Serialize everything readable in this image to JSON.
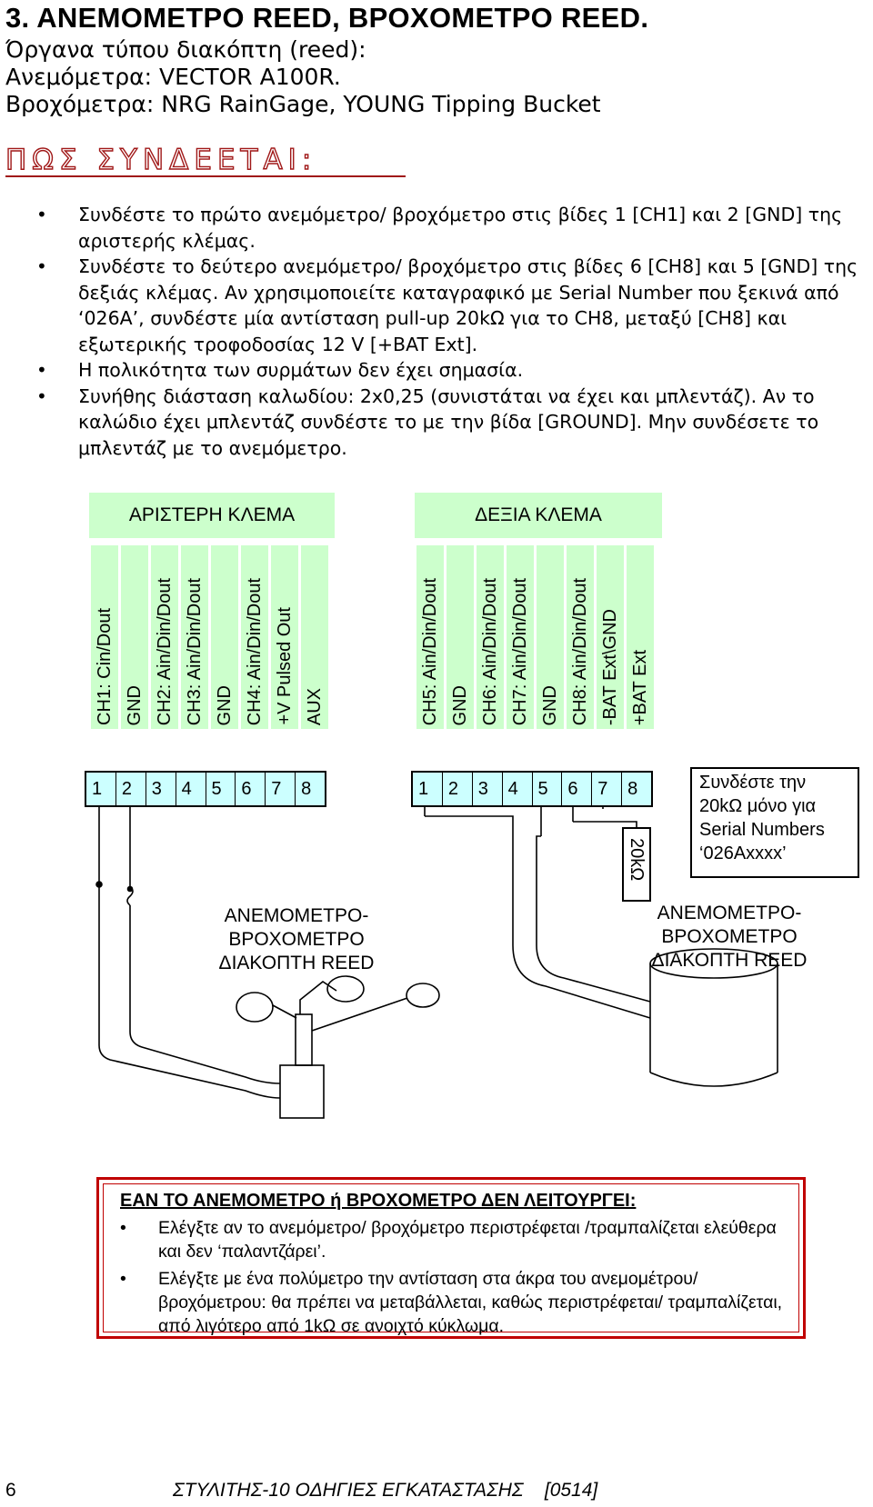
{
  "heading": "3. ΑΝΕΜΟΜΕΤΡΟ REED, ΒΡΟΧΟΜΕΤΡΟ REED.",
  "intro": [
    "Όργανα τύπου διακόπτη (reed):",
    "Ανεμόμετρα: VECTOR A100R.",
    "Βροχόμετρα: NRG RainGage, YOUNG Tipping Bucket"
  ],
  "how_title": "ΠΩΣ ΣΥΝΔΕΕΤΑΙ:",
  "bullets": [
    "Συνδέστε το πρώτο ανεμόμετρο/ βροχόμετρο στις βίδες 1 [CH1] και 2 [GND] της αριστερής κλέμας.",
    "Συνδέστε το δεύτερο ανεμόμετρο/ βροχόμετρο στις βίδες 6 [CH8] και 5 [GND] της δεξιάς κλέμας. Αν χρησιμοποιείτε καταγραφικό με Serial Number που ξεκινά από ‘026A’, συνδέστε μία αντίσταση pull-up 20kΩ για το CH8, μεταξύ [CH8] και εξωτερικής τροφοδοσίας 12 V [+BAT Ext].",
    "Η πολικότητα των συρμάτων δεν έχει σημασία.",
    "Συνήθης διάσταση καλωδίου: 2x0,25 (συνιστάται να έχει και μπλεντάζ). Αν το καλώδιο έχει μπλεντάζ συνδέστε το με την βίδα [GROUND]. Μην συνδέσετε το μπλεντάζ με το ανεμόμετρο."
  ],
  "left_terminal": {
    "title": "ΑΡΙΣΤΕΡΗ ΚΛΕΜΑ",
    "labels": [
      "CH1: Cin/Dout",
      "GND",
      "CH2: Ain/Din/Dout",
      "CH3: Ain/Din/Dout",
      "GND",
      "CH4: Ain/Din/Dout",
      "+V Pulsed Out",
      "AUX"
    ],
    "pins": [
      "1",
      "2",
      "3",
      "4",
      "5",
      "6",
      "7",
      "8"
    ]
  },
  "right_terminal": {
    "title": "ΔΕΞΙΑ ΚΛΕΜΑ",
    "labels": [
      "CH5: Ain/Din/Dout",
      "GND",
      "CH6: Ain/Din/Dout",
      "CH7: Ain/Din/Dout",
      "GND",
      "CH8: Ain/Din/Dout",
      "-BAT Ext\\GND",
      "+BAT Ext"
    ],
    "pins": [
      "1",
      "2",
      "3",
      "4",
      "5",
      "6",
      "7",
      "8"
    ]
  },
  "resistor_label": "20kΩ",
  "note": [
    "Συνδέστε την",
    "20kΩ μόνο για",
    "Serial Numbers",
    "‘026Axxxx’"
  ],
  "left_device": [
    "ΑΝΕΜΟΜΕΤΡΟ-",
    "ΒΡΟΧΟΜΕΤΡΟ",
    "ΔΙΑΚΟΠΤΗ REED"
  ],
  "right_device": [
    "ΑΝΕΜΟΜΕΤΡΟ-",
    "ΒΡΟΧΟΜΕΤΡΟ",
    "ΔΙΑΚΟΠΤΗ REED"
  ],
  "warning": {
    "title": "ΕΑΝ ΤΟ ΑΝΕΜΟΜΕΤΡΟ ή ΒΡΟΧΟΜΕΤΡΟ ΔΕΝ ΛΕΙΤΟΥΡΓΕΙ:",
    "items": [
      "Ελέγξτε αν το ανεμόμετρο/ βροχόμετρο περιστρέφεται /τραμπαλίζεται ελεύθερα και δεν ‘παλαντζάρει’.",
      "Ελέγξτε με ένα πολύμετρο την αντίσταση στα άκρα του ανεμομέτρου/ βροχόμετρου: θα πρέπει να μεταβάλλεται, καθώς περιστρέφεται/ τραμπαλίζεται, από λιγότερο από 1kΩ σε ανοιχτό κύκλωμα."
    ]
  },
  "page_number": "6",
  "footer": "ΣΤΥΛΙΤΗΣ-10 ΟΔΗΓΙΕΣ ΕΓΚΑΤΑΣΤΑΣΗΣ    [0514]",
  "colors": {
    "terminal_green": "#ccffcc",
    "pin_cyan": "#ccffff",
    "warning_red": "#c00000",
    "title_red": "#a01818"
  }
}
